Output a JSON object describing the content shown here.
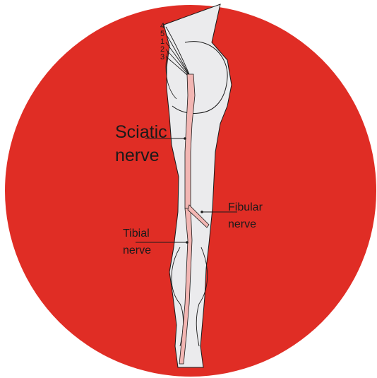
{
  "colors": {
    "background_disc": "#e02d25",
    "leg_fill": "#ebebed",
    "outline": "#1a1a1a",
    "nerve_fill": "#f2b6b3"
  },
  "diagram": {
    "root_numbers": [
      "4",
      "5",
      "1",
      "2",
      "3"
    ],
    "labels": {
      "sciatic_line1": "Sciatic",
      "sciatic_line2": "nerve",
      "fibular_line1": "Fibular",
      "fibular_line2": "nerve",
      "tibial_line1": "Tibial",
      "tibial_line2": "nerve"
    }
  }
}
